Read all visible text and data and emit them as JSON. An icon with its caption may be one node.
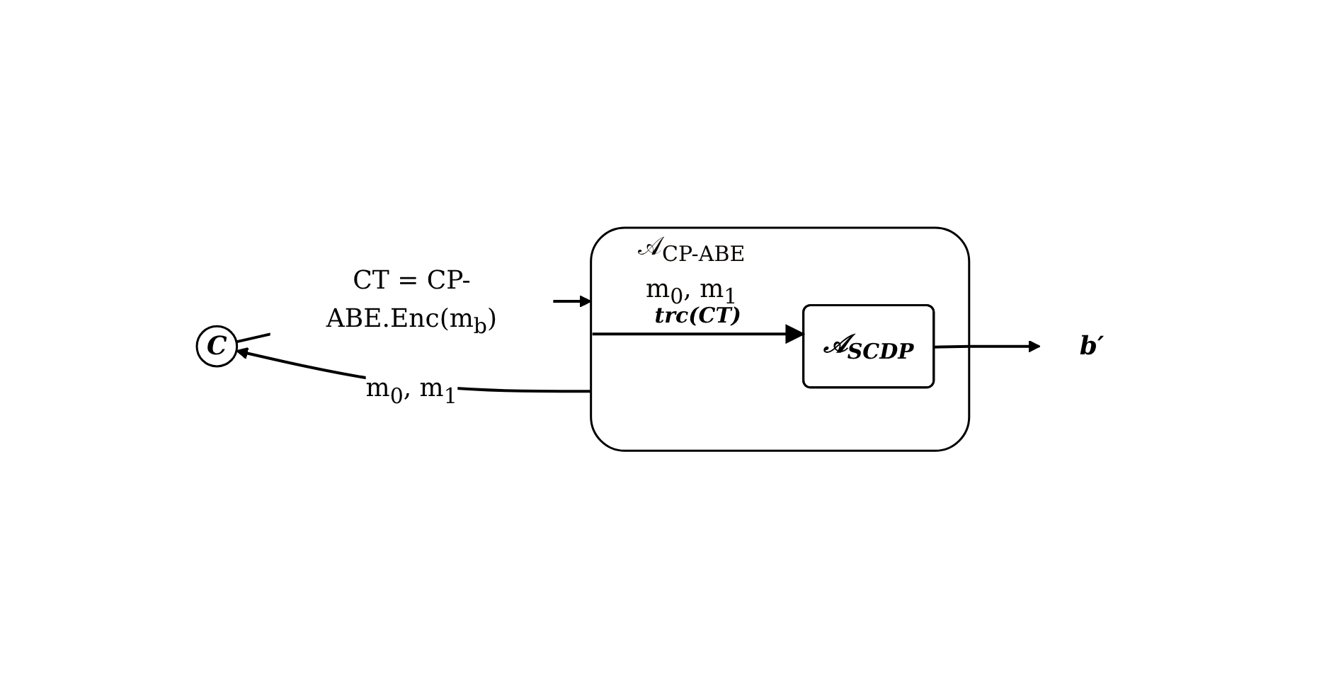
{
  "diagram": {
    "nodes": [
      {
        "text": [
          "C"
        ]
      },
      {
        "text": [
          "𝒜$_{CP-ABE}$",
          "m$_{0}$, m$_{1}$"
        ]
      },
      {
        "text": [
          "𝒜$_{SCDP}$"
        ],
        "in": 1
      },
      {
        "text": [
          "b′"
        ]
      }
    ],
    "edges": [
      {
        "from": 1,
        "to": 0,
        "arrow": "to",
        "label": "m$_{0}$, m$_{1}$"
      },
      {
        "from": 0,
        "to": 1,
        "arrow": "to",
        "label": "CT = CP-ABE.Enc(m$_{b}$)"
      },
      {
        "from": 1,
        "to": 2,
        "arrow": "to",
        "label": "trc(CT)"
      },
      {
        "from": 2,
        "to": 3,
        "arrow": "to"
      }
    ]
  }
}
